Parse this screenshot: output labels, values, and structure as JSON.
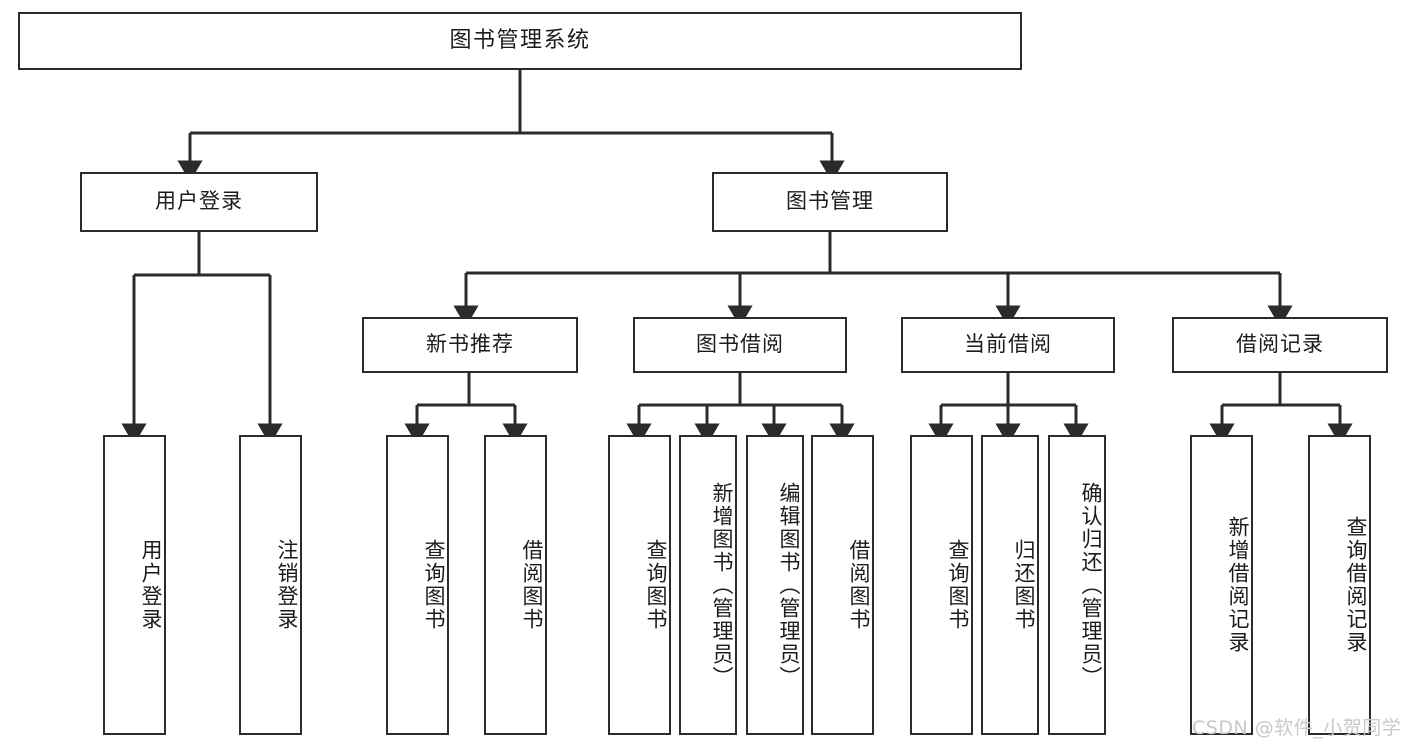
{
  "diagram": {
    "title": "图书管理系统",
    "type": "tree-structure-chart",
    "colors": {
      "background": "#ffffff",
      "stroke": "#2b2b2b",
      "fill": "#ffffff",
      "watermark": "#c9c9c9"
    },
    "root": {
      "label": "图书管理系统"
    },
    "level2": [
      {
        "id": "user-login",
        "label": "用户登录"
      },
      {
        "id": "book-management",
        "label": "图书管理"
      }
    ],
    "level3": [
      {
        "id": "new-book-recommend",
        "label": "新书推荐",
        "parent": "book-management"
      },
      {
        "id": "book-borrow",
        "label": "图书借阅",
        "parent": "book-management"
      },
      {
        "id": "current-borrow",
        "label": "当前借阅",
        "parent": "book-management"
      },
      {
        "id": "borrow-record",
        "label": "借阅记录",
        "parent": "book-management"
      }
    ],
    "leaves": [
      {
        "id": "leaf-user-login",
        "label": "用户登录",
        "parent": "user-login"
      },
      {
        "id": "leaf-logout-login",
        "label": "注销登录",
        "parent": "user-login"
      },
      {
        "id": "leaf-query-book-1",
        "label": "查询图书",
        "parent": "new-book-recommend"
      },
      {
        "id": "leaf-borrow-book-1",
        "label": "借阅图书",
        "parent": "new-book-recommend"
      },
      {
        "id": "leaf-query-book-2",
        "label": "查询图书",
        "parent": "book-borrow"
      },
      {
        "id": "leaf-add-book",
        "label": "新增图书（管理员）",
        "parent": "book-borrow"
      },
      {
        "id": "leaf-edit-book",
        "label": "编辑图书（管理员）",
        "parent": "book-borrow"
      },
      {
        "id": "leaf-borrow-book-2",
        "label": "借阅图书",
        "parent": "book-borrow"
      },
      {
        "id": "leaf-query-book-3",
        "label": "查询图书",
        "parent": "current-borrow"
      },
      {
        "id": "leaf-return-book",
        "label": "归还图书",
        "parent": "current-borrow"
      },
      {
        "id": "leaf-confirm-return",
        "label": "确认归还（管理员）",
        "parent": "current-borrow"
      },
      {
        "id": "leaf-add-record",
        "label": "新增借阅记录",
        "parent": "borrow-record"
      },
      {
        "id": "leaf-query-record",
        "label": "查询借阅记录",
        "parent": "borrow-record"
      }
    ],
    "watermark": "CSDN @软件_小贺同学"
  }
}
